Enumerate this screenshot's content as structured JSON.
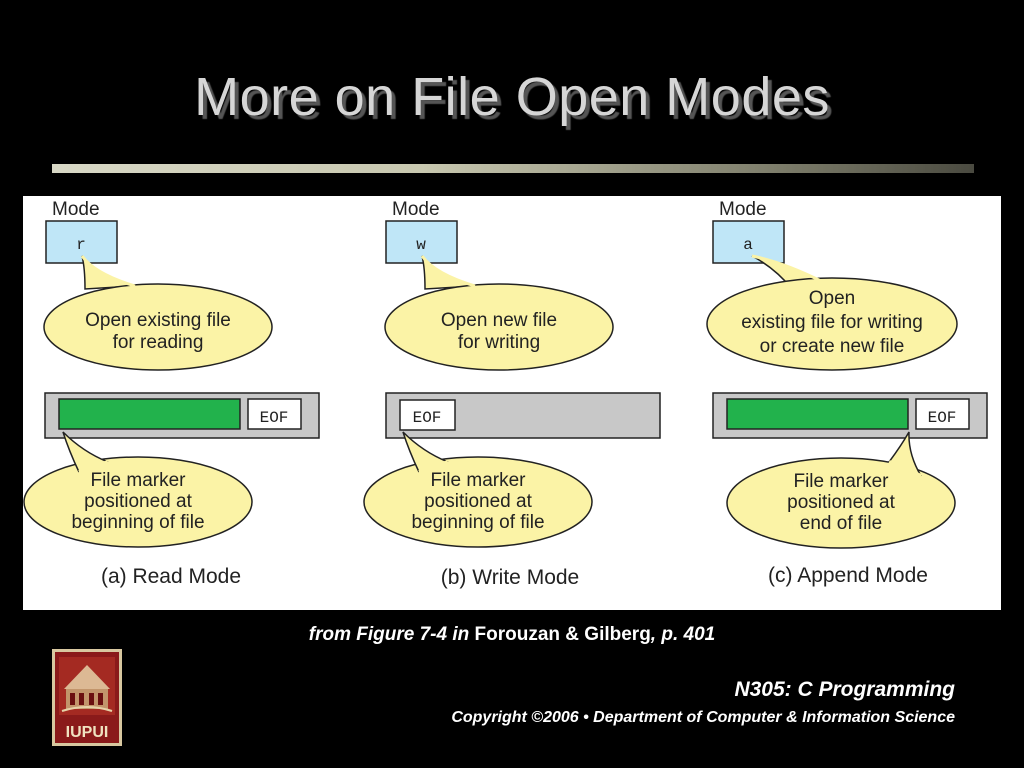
{
  "slide": {
    "title": "More on File Open Modes"
  },
  "colors": {
    "background": "#000000",
    "mode_box": "#bfe6f7",
    "callout": "#fbf3a6",
    "file_bar": "#c8c8c8",
    "file_fill": "#22b24c"
  },
  "figure": {
    "panels": [
      {
        "mode_label": "Mode",
        "mode_code": "r",
        "open_desc": [
          "Open existing file",
          "for reading"
        ],
        "eof_label": "EOF",
        "marker_desc": [
          "File marker",
          "positioned at",
          "beginning of file"
        ],
        "caption": "(a) Read Mode"
      },
      {
        "mode_label": "Mode",
        "mode_code": "w",
        "open_desc": [
          "Open new file",
          "for writing"
        ],
        "eof_label": "EOF",
        "marker_desc": [
          "File marker",
          "positioned at",
          "beginning of file"
        ],
        "caption": "(b) Write Mode"
      },
      {
        "mode_label": "Mode",
        "mode_code": "a",
        "open_desc": [
          "Open",
          "existing file for writing",
          "or create new file"
        ],
        "eof_label": "EOF",
        "marker_desc": [
          "File marker",
          "positioned at",
          "end of file"
        ],
        "caption": "(c) Append Mode"
      }
    ]
  },
  "citation": {
    "prefix": "from Figure 7-4 in ",
    "authors": "Forouzan & Gilberg",
    "suffix": ", p. 401"
  },
  "footer": {
    "logo_text": "IUPUI",
    "course": "N305: C Programming",
    "copyright": "Copyright ©2006 • Department of Computer & Information Science"
  }
}
